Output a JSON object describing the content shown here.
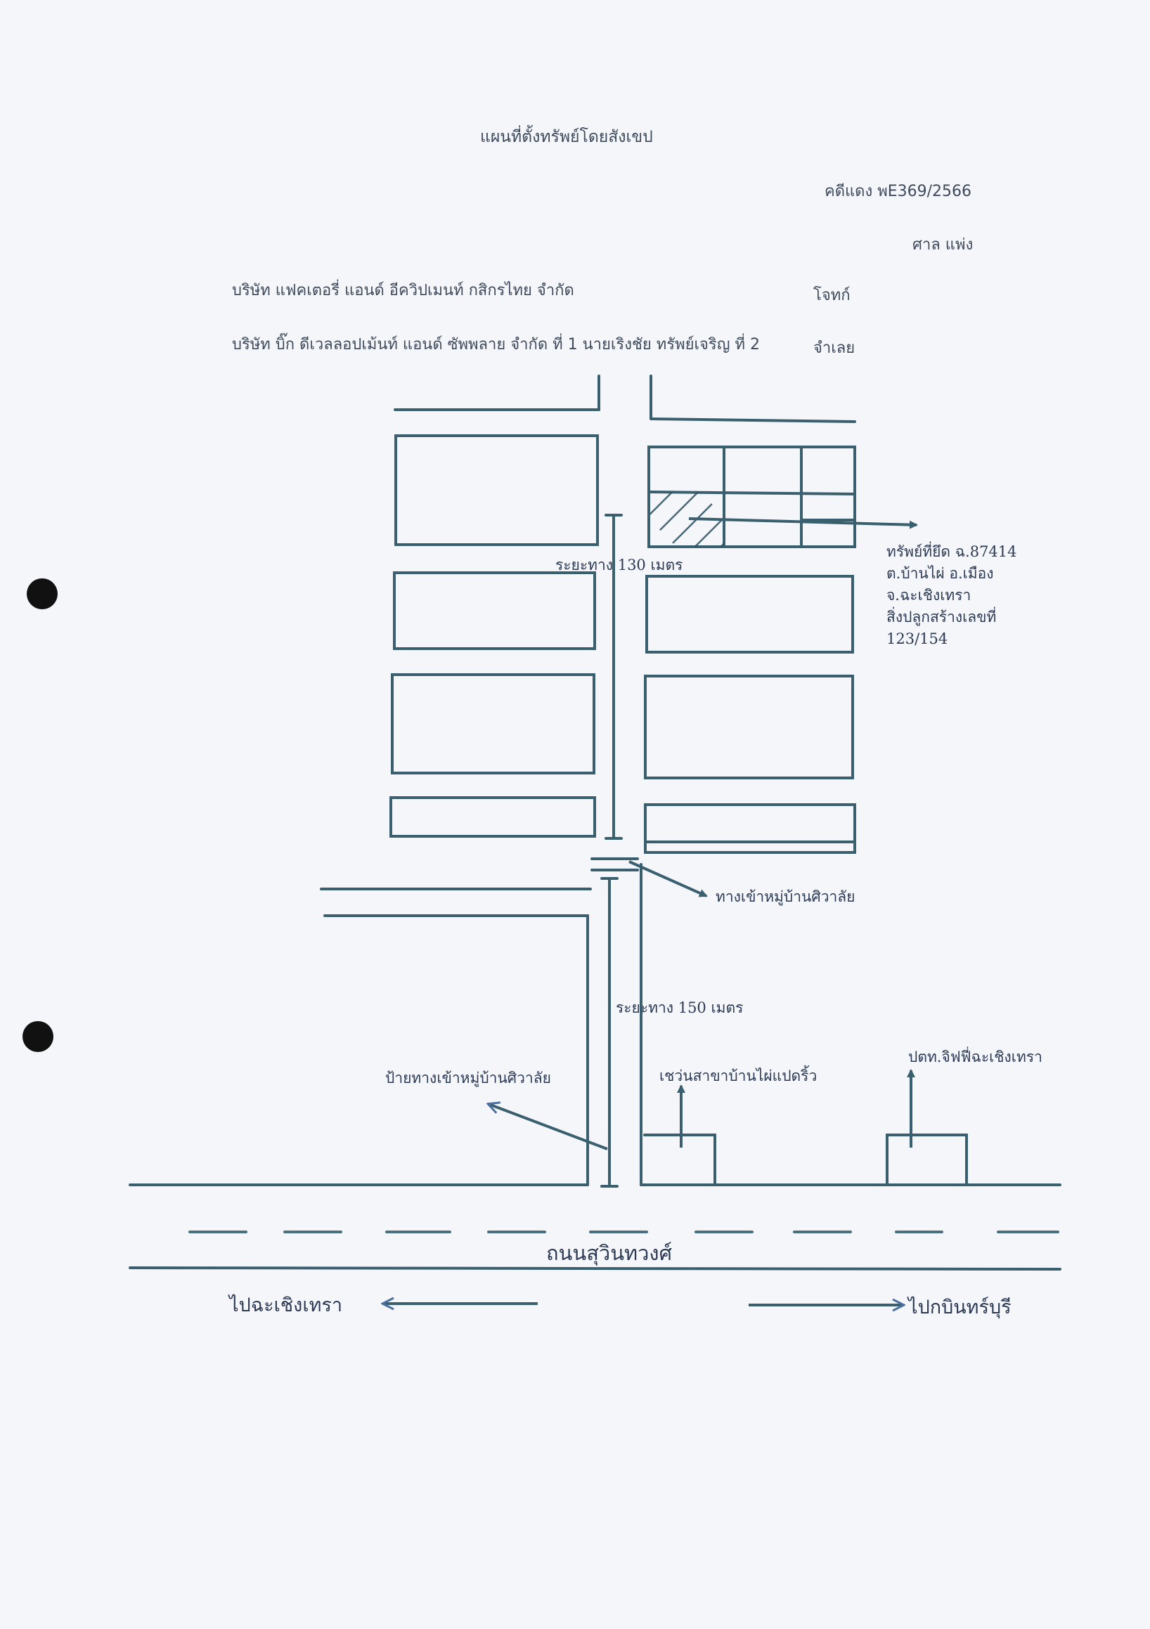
{
  "document": {
    "title": "แผนที่ตั้งทรัพย์โดยสังเขป",
    "case_no": "คดีแดง พE369/2566",
    "court": "ศาล แพ่ง",
    "plaintiff_name": "บริษัท แฟคเตอรี่ แอนด์ อีควิปเมนท์ กสิกรไทย จำกัด",
    "plaintiff_label": "โจทก์",
    "defendant_name": "บริษัท บิ๊ก ดีเวลลอปเม้นท์ แอนด์ ซัพพลาย จำกัด ที่ 1 นายเริงชัย ทรัพย์เจริญ ที่ 2",
    "defendant_label": "จำเลย"
  },
  "map": {
    "seized_property_lines": [
      "ทรัพย์ที่ยึด ฉ.87414",
      "ต.บ้านไผ่ อ.เมือง",
      "จ.ฉะเชิงเทรา",
      "สิ่งปลูกสร้างเลขที่",
      "123/154"
    ],
    "distance_upper": "ระยะทาง 130 เมตร",
    "distance_lower": "ระยะทาง 150 เมตร",
    "village_entrance": "ทางเข้าหมู่บ้านศิวาลัย",
    "village_sign": "ป้ายทางเข้าหมู่บ้านศิวาลัย",
    "landmark_showroom": "เชว่นสาขาบ้านไผ่แปดริ้ว",
    "landmark_gas_station": "ปตท.จิฟฟี่ฉะเชิงเทรา",
    "main_road": "ถนนสุวินทวงศ์",
    "direction_left": "ไปฉะเชิงเทรา",
    "direction_right": "ไปกบินทร์บุรี"
  },
  "colors": {
    "ink": "#3a6070",
    "ink_dark": "#2a4e60",
    "ink_blue": "#4a6fa0",
    "paper": "#f5f6f9",
    "hole": "#111111"
  }
}
